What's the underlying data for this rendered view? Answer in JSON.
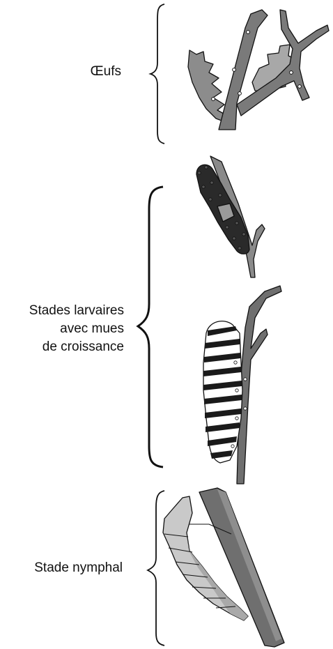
{
  "stages": {
    "eggs": {
      "label": "Œufs"
    },
    "larval": {
      "lines": [
        "Stades larvaires",
        "avec mues",
        "de croissance"
      ]
    },
    "pupal": {
      "label": "Stade nymphal"
    }
  },
  "colors": {
    "outline": "#111111",
    "stem_dark": "#6f6f6f",
    "stem_mid": "#8a8a8a",
    "leaf": "#8c8c8c",
    "leaf_light": "#a8a8a8",
    "caterpillar_dark": "#2a2a2a",
    "chrysalis": "#c9c9c9",
    "chrysalis_shade": "#a9a9a9"
  }
}
